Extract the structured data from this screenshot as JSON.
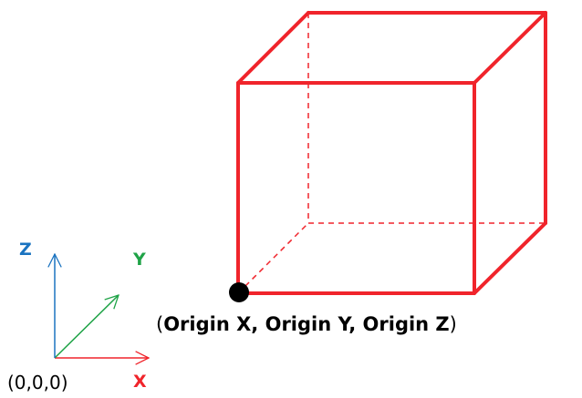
{
  "colors": {
    "cube": "#f0242b",
    "axis_x": "#f0242b",
    "axis_y": "#1fa347",
    "axis_z": "#1a73c0",
    "origin_dot": "#000000",
    "text": "#000000"
  },
  "axes": {
    "x_label": "X",
    "y_label": "Y",
    "z_label": "Z",
    "origin_coords": "(0,0,0)"
  },
  "cube_origin": {
    "open_paren": "(",
    "origin_x": "Origin X",
    "sep1": ", ",
    "origin_y": "Origin Y",
    "sep2": ", ",
    "origin_z": "Origin Z",
    "close_paren": ")"
  }
}
